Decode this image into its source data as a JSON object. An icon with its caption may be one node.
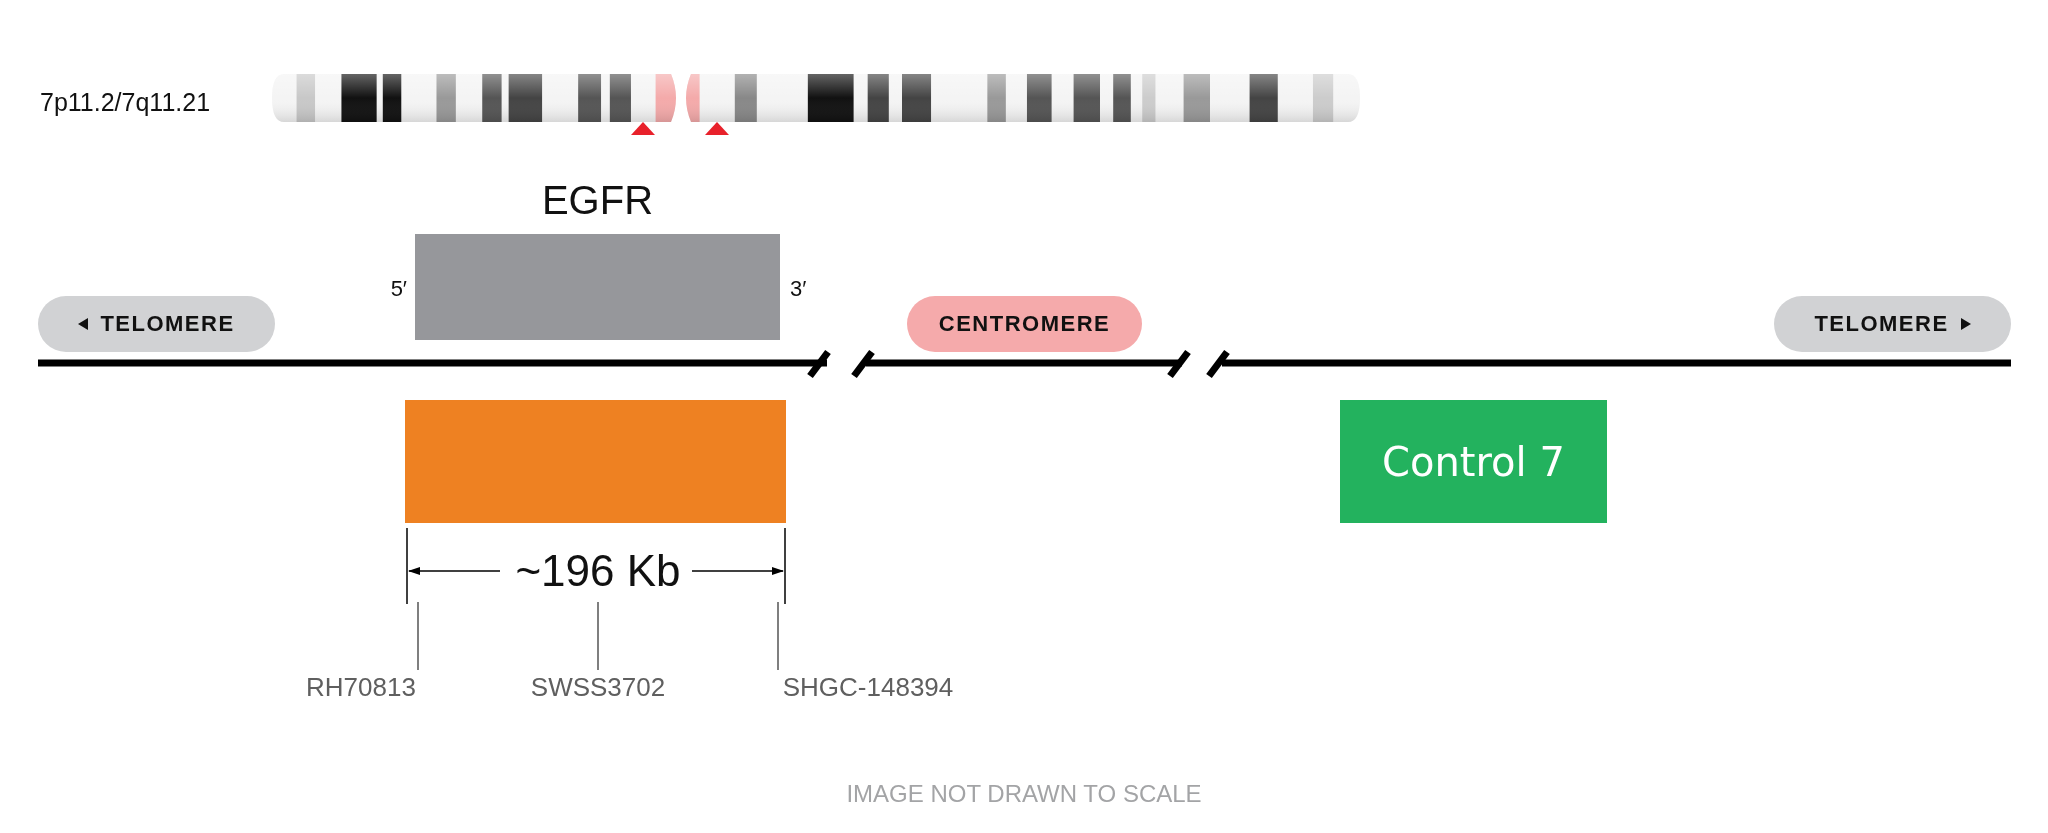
{
  "diagram": {
    "caption": "IMAGE NOT DRAWN TO SCALE",
    "nodes": [
      {
        "text": [
          "EGFR"
        ],
        "beside": [
          "5′",
          "3′"
        ]
      },
      {
        "text": [
          "TELOMERE"
        ]
      },
      {
        "text": [
          "CENTROMERE"
        ]
      },
      {
        "text": [
          "TELOMERE"
        ]
      },
      {
        "text": [],
        "shape": "box"
      },
      {
        "text": [
          "Control 7"
        ]
      }
    ],
    "labels": [
      "7p11.2/7q11.21",
      "~196 Kb",
      "RH70813",
      "SWSS3702",
      "SHGC-148394"
    ]
  }
}
